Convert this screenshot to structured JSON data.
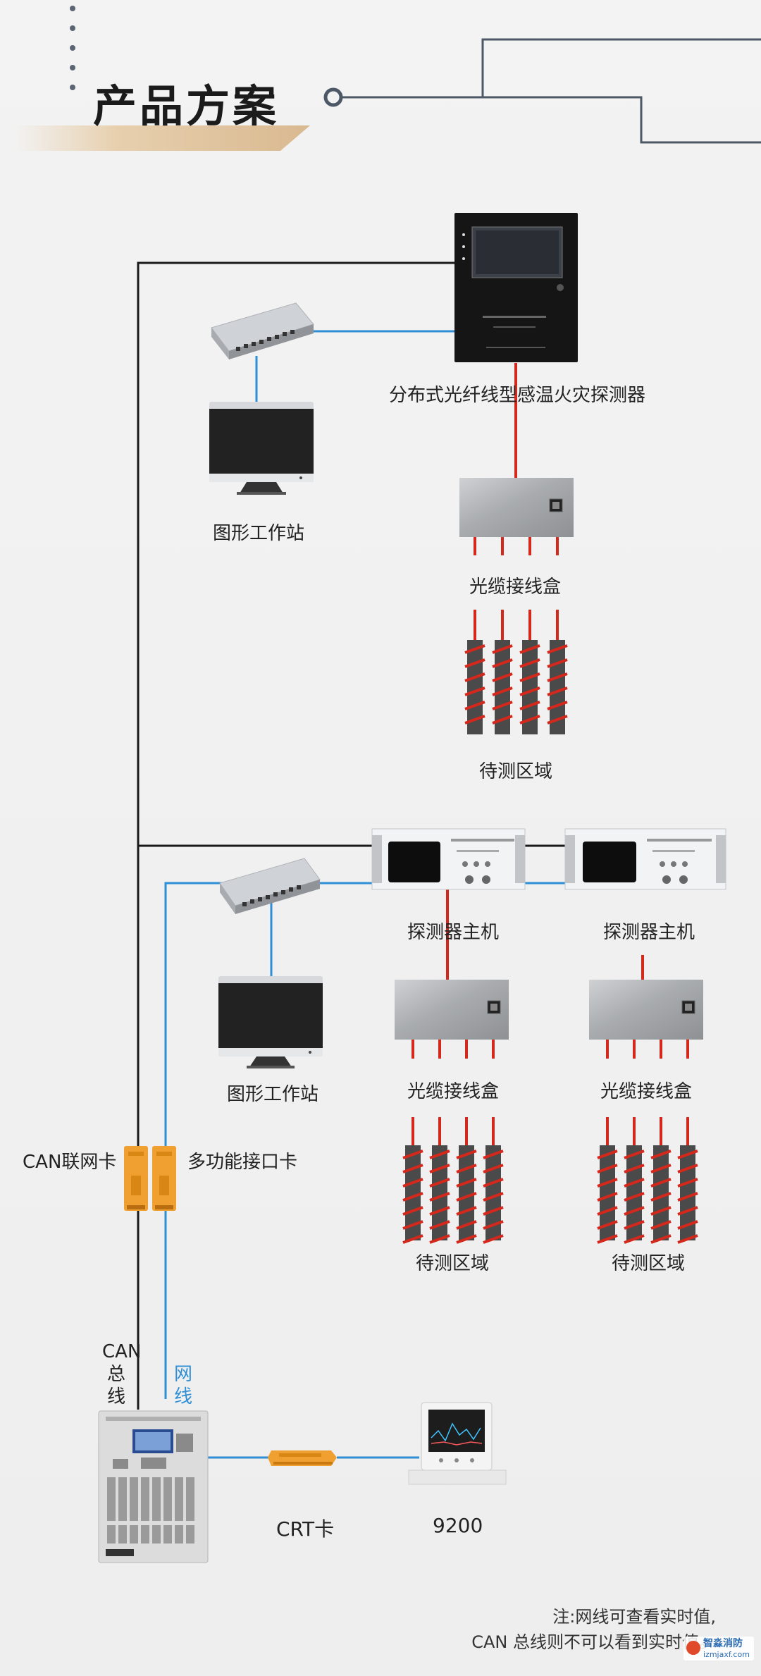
{
  "header": {
    "title": "产品方案"
  },
  "labels": {
    "detector_distributed": "分布式光纤线型感温火灾探测器",
    "workstation_top": "图形工作站",
    "junction_box_top": "光缆接线盒",
    "zone_top": "待测区域",
    "detector_host_1": "探测器主机",
    "detector_host_2": "探测器主机",
    "workstation_mid": "图形工作站",
    "junction_box_1": "光缆接线盒",
    "junction_box_2": "光缆接线盒",
    "zone_1": "待测区域",
    "zone_2": "待测区域",
    "can_card": "CAN联网卡",
    "multi_card": "多功能接口卡",
    "can_bus_1": "CAN",
    "can_bus_2": "总",
    "can_bus_3": "线",
    "net_line_1": "网",
    "net_line_2": "线",
    "crt_card": "CRT卡",
    "model_9200": "9200"
  },
  "note": {
    "line1": "注:网线可查看实时值,",
    "line2": "CAN 总线则不可以看到实时值。"
  },
  "watermark": {
    "name": "智淼消防",
    "url": "izmjaxf.com"
  },
  "colors": {
    "can_bus": "#1a1a1a",
    "network": "#2e8fd6",
    "fiber": "#d4281c",
    "card": "#f0a030",
    "header_accent": "#4d5866"
  }
}
